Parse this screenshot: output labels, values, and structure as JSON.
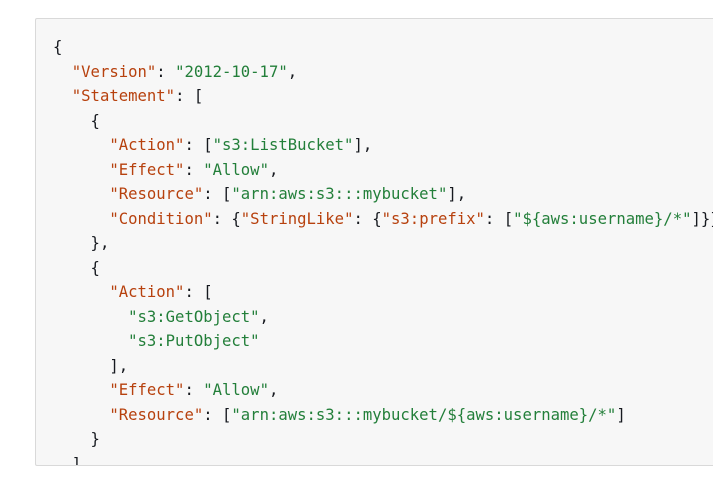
{
  "code_block": {
    "lines": [
      [
        {
          "t": "p",
          "v": "{"
        }
      ],
      [
        {
          "t": "p",
          "v": "  "
        },
        {
          "t": "k",
          "v": "\"Version\""
        },
        {
          "t": "p",
          "v": ": "
        },
        {
          "t": "s",
          "v": "\"2012-10-17\""
        },
        {
          "t": "p",
          "v": ","
        }
      ],
      [
        {
          "t": "p",
          "v": "  "
        },
        {
          "t": "k",
          "v": "\"Statement\""
        },
        {
          "t": "p",
          "v": ": ["
        }
      ],
      [
        {
          "t": "p",
          "v": "    {"
        }
      ],
      [
        {
          "t": "p",
          "v": "      "
        },
        {
          "t": "k",
          "v": "\"Action\""
        },
        {
          "t": "p",
          "v": ": ["
        },
        {
          "t": "s",
          "v": "\"s3:ListBucket\""
        },
        {
          "t": "p",
          "v": "],"
        }
      ],
      [
        {
          "t": "p",
          "v": "      "
        },
        {
          "t": "k",
          "v": "\"Effect\""
        },
        {
          "t": "p",
          "v": ": "
        },
        {
          "t": "s",
          "v": "\"Allow\""
        },
        {
          "t": "p",
          "v": ","
        }
      ],
      [
        {
          "t": "p",
          "v": "      "
        },
        {
          "t": "k",
          "v": "\"Resource\""
        },
        {
          "t": "p",
          "v": ": ["
        },
        {
          "t": "s",
          "v": "\"arn:aws:s3:::mybucket\""
        },
        {
          "t": "p",
          "v": "],"
        }
      ],
      [
        {
          "t": "p",
          "v": "      "
        },
        {
          "t": "k",
          "v": "\"Condition\""
        },
        {
          "t": "p",
          "v": ": {"
        },
        {
          "t": "k",
          "v": "\"StringLike\""
        },
        {
          "t": "p",
          "v": ": {"
        },
        {
          "t": "k",
          "v": "\"s3:prefix\""
        },
        {
          "t": "p",
          "v": ": ["
        },
        {
          "t": "s",
          "v": "\"${aws:username}/*\""
        },
        {
          "t": "p",
          "v": "]}}"
        }
      ],
      [
        {
          "t": "p",
          "v": "    },"
        }
      ],
      [
        {
          "t": "p",
          "v": "    {"
        }
      ],
      [
        {
          "t": "p",
          "v": "      "
        },
        {
          "t": "k",
          "v": "\"Action\""
        },
        {
          "t": "p",
          "v": ": ["
        }
      ],
      [
        {
          "t": "p",
          "v": "        "
        },
        {
          "t": "s",
          "v": "\"s3:GetObject\""
        },
        {
          "t": "p",
          "v": ","
        }
      ],
      [
        {
          "t": "p",
          "v": "        "
        },
        {
          "t": "s",
          "v": "\"s3:PutObject\""
        }
      ],
      [
        {
          "t": "p",
          "v": "      ],"
        }
      ],
      [
        {
          "t": "p",
          "v": "      "
        },
        {
          "t": "k",
          "v": "\"Effect\""
        },
        {
          "t": "p",
          "v": ": "
        },
        {
          "t": "s",
          "v": "\"Allow\""
        },
        {
          "t": "p",
          "v": ","
        }
      ],
      [
        {
          "t": "p",
          "v": "      "
        },
        {
          "t": "k",
          "v": "\"Resource\""
        },
        {
          "t": "p",
          "v": ": ["
        },
        {
          "t": "s",
          "v": "\"arn:aws:s3:::mybucket/${aws:username}/*\""
        },
        {
          "t": "p",
          "v": "]"
        }
      ],
      [
        {
          "t": "p",
          "v": "    }"
        }
      ],
      [
        {
          "t": "p",
          "v": "  ]"
        }
      ],
      [
        {
          "t": "p",
          "v": "}"
        }
      ]
    ]
  },
  "colors": {
    "key": "#b7410e",
    "string": "#237f3a",
    "punctuation": "#16191f",
    "background": "#f7f7f7",
    "border": "#d9d9d9"
  }
}
